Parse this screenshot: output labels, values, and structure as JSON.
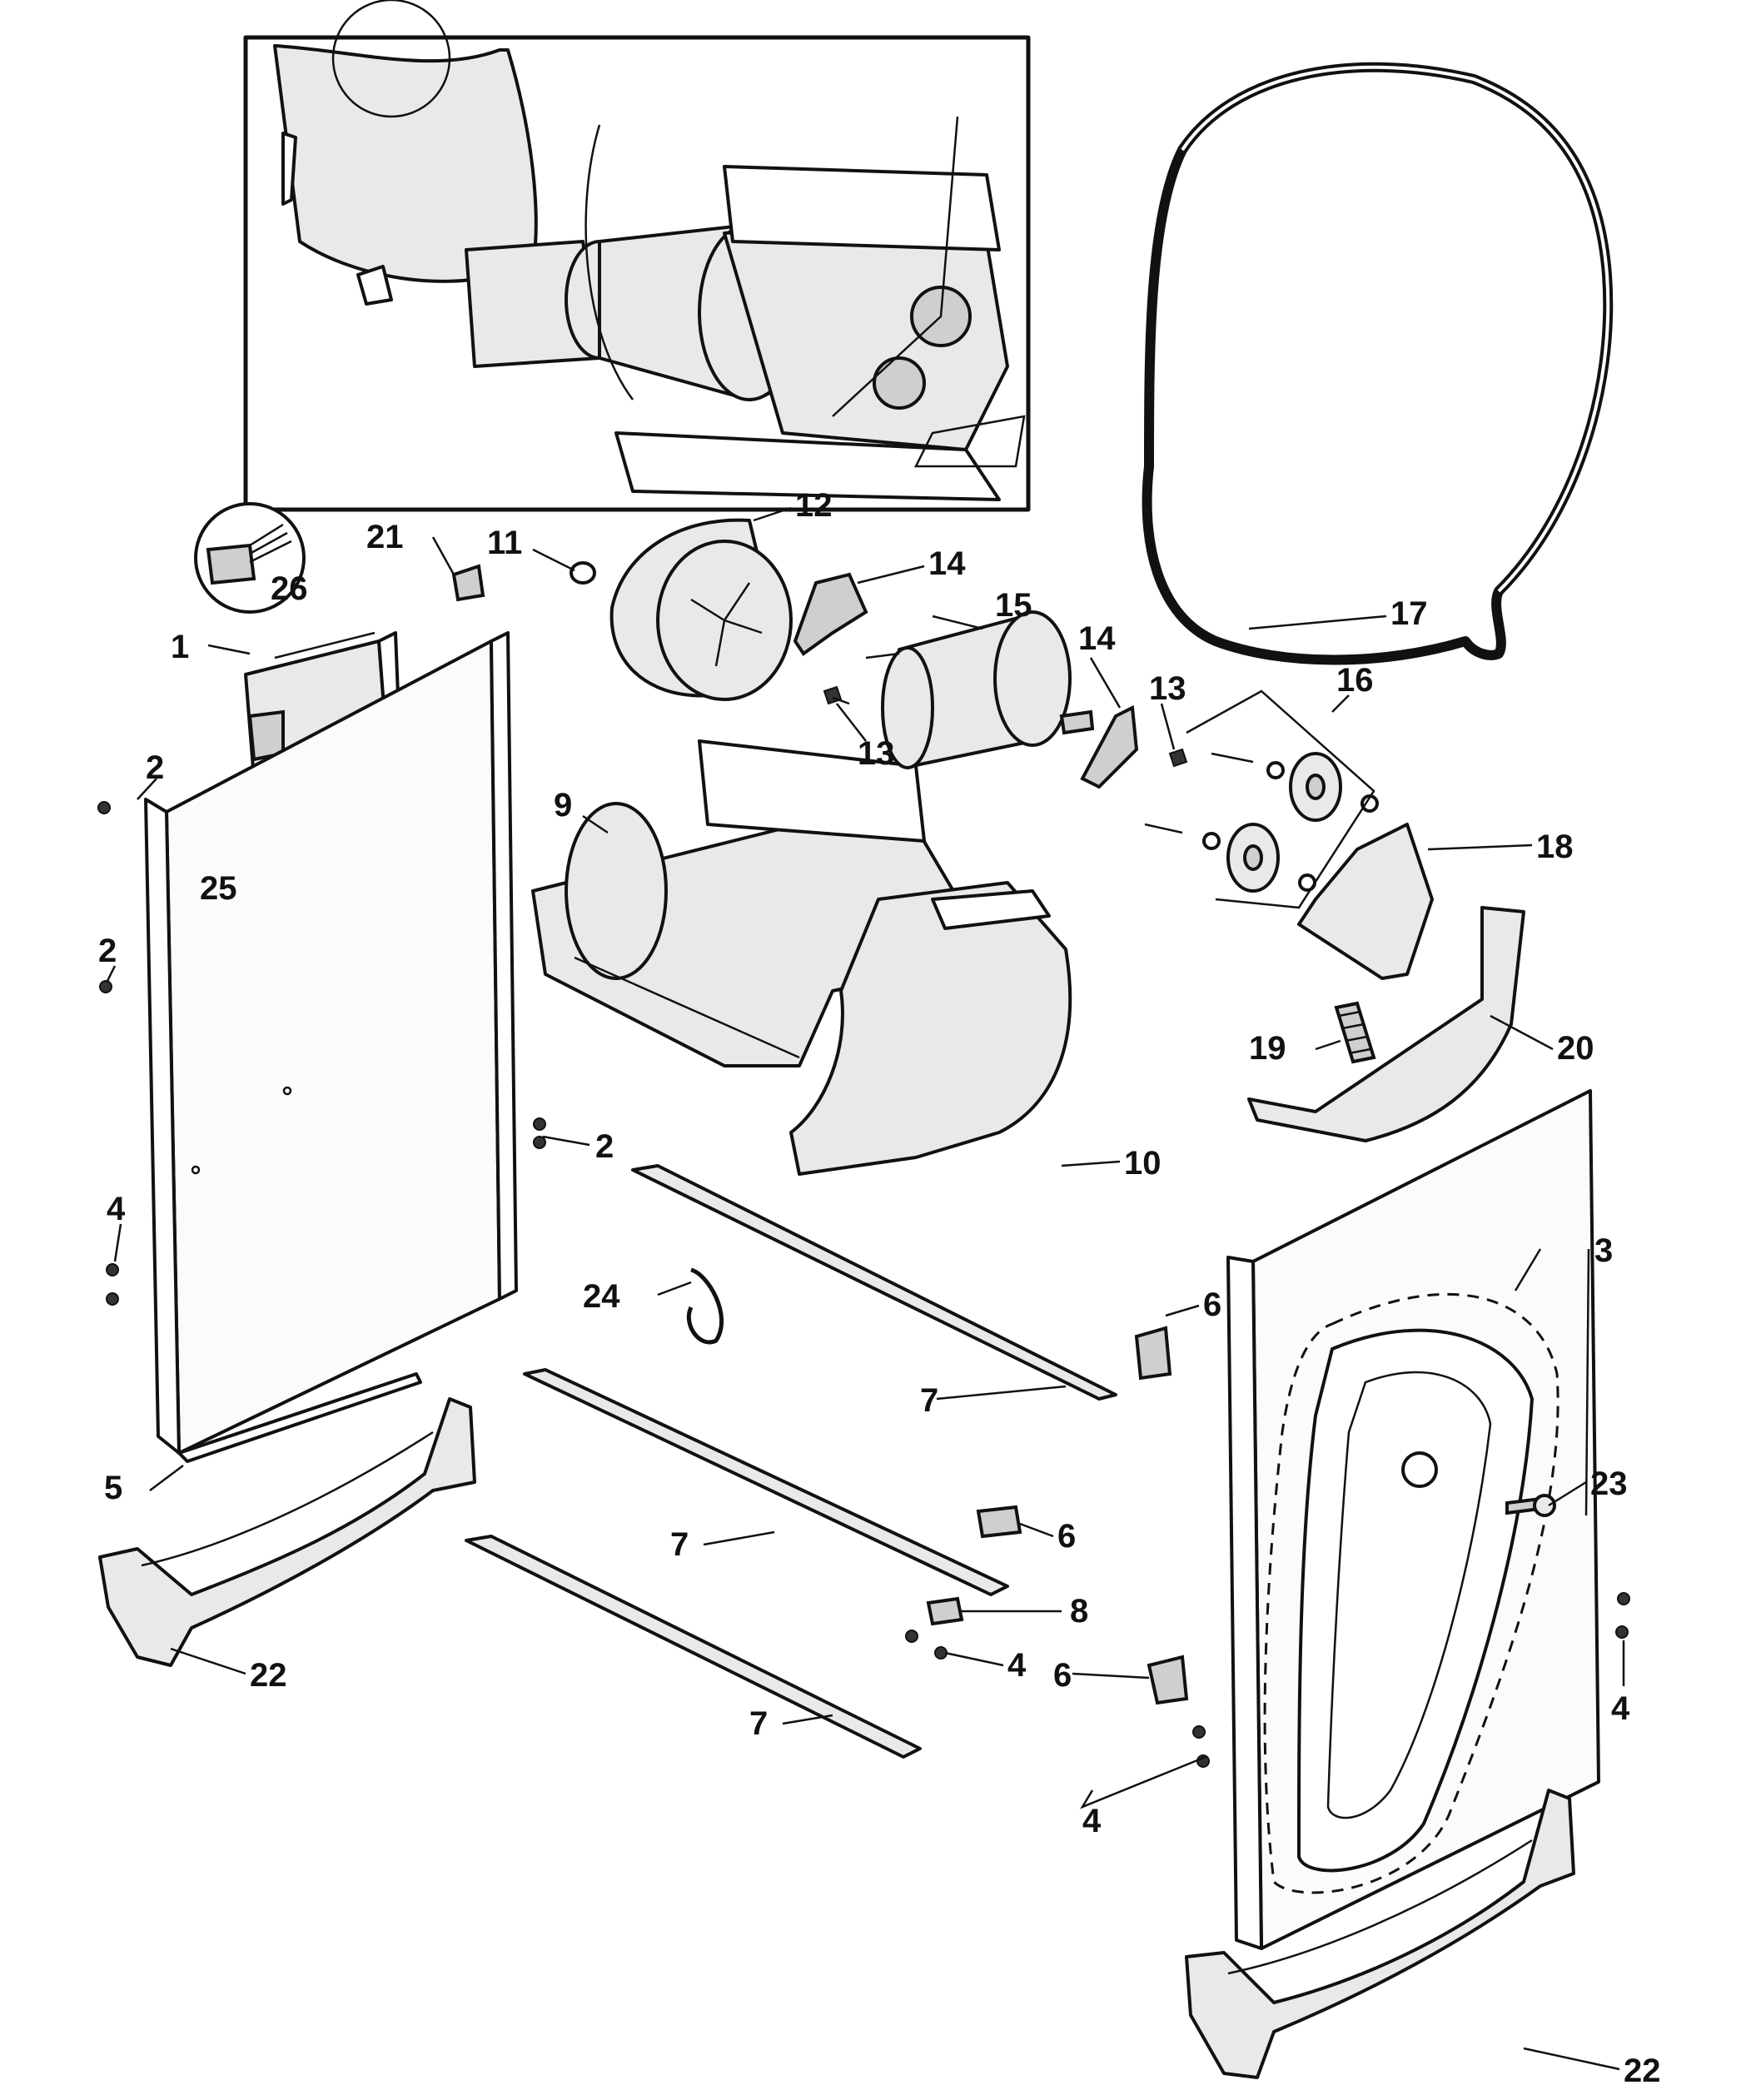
{
  "callouts": [
    {
      "id": "c1",
      "label": "1"
    },
    {
      "id": "c2a",
      "label": "2"
    },
    {
      "id": "c2b",
      "label": "2"
    },
    {
      "id": "c2c",
      "label": "2"
    },
    {
      "id": "c3",
      "label": "3"
    },
    {
      "id": "c4a",
      "label": "4"
    },
    {
      "id": "c4b",
      "label": "4"
    },
    {
      "id": "c4c",
      "label": "4"
    },
    {
      "id": "c4d",
      "label": "4"
    },
    {
      "id": "c5",
      "label": "5"
    },
    {
      "id": "c6a",
      "label": "6"
    },
    {
      "id": "c6b",
      "label": "6"
    },
    {
      "id": "c6c",
      "label": "6"
    },
    {
      "id": "c7a",
      "label": "7"
    },
    {
      "id": "c7b",
      "label": "7"
    },
    {
      "id": "c7c",
      "label": "7"
    },
    {
      "id": "c8",
      "label": "8"
    },
    {
      "id": "c9",
      "label": "9"
    },
    {
      "id": "c10",
      "label": "10"
    },
    {
      "id": "c11",
      "label": "11"
    },
    {
      "id": "c12",
      "label": "12"
    },
    {
      "id": "c13a",
      "label": "13"
    },
    {
      "id": "c13b",
      "label": "13"
    },
    {
      "id": "c14a",
      "label": "14"
    },
    {
      "id": "c14b",
      "label": "14"
    },
    {
      "id": "c15",
      "label": "15"
    },
    {
      "id": "c16",
      "label": "16"
    },
    {
      "id": "c17",
      "label": "17"
    },
    {
      "id": "c18",
      "label": "18"
    },
    {
      "id": "c19",
      "label": "19"
    },
    {
      "id": "c20",
      "label": "20"
    },
    {
      "id": "c21",
      "label": "21"
    },
    {
      "id": "c22a",
      "label": "22"
    },
    {
      "id": "c22b",
      "label": "22"
    },
    {
      "id": "c23",
      "label": "23"
    },
    {
      "id": "c24",
      "label": "24"
    },
    {
      "id": "c25",
      "label": "25"
    },
    {
      "id": "c26",
      "label": "26"
    }
  ],
  "colors": {
    "line": "#111111",
    "background": "#ffffff",
    "shading": "#e9e9e9"
  }
}
